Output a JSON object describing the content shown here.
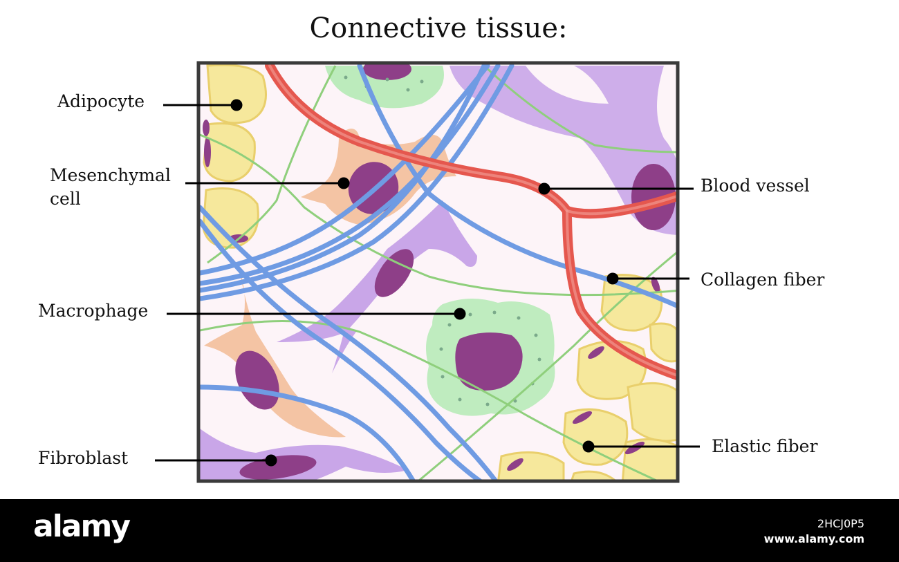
{
  "title": "Connective tissue:",
  "labels": {
    "adipocyte": "Adipocyte",
    "mesenchymal_line1": "Mesenchymal",
    "mesenchymal_line2": "cell",
    "macrophage": "Macrophage",
    "fibroblast": "Fibroblast",
    "blood_vessel": "Blood vessel",
    "collagen_fiber": "Collagen fiber",
    "elastic_fiber": "Elastic fiber"
  },
  "colors": {
    "background": "#fdf4f8",
    "frame": "#3a3a3a",
    "adipocyte": "#f6e89c",
    "nucleus": "#8e3f88",
    "mesenchymal": "#f4c4a4",
    "fibroblast": "#c9a6e8",
    "macrophage": "#bcebbc",
    "blood_vessel": "#e5574e",
    "collagen": "#6f9be3",
    "elastic": "#8fcf7c"
  },
  "footer": {
    "brand": "alamy",
    "image_id": "2HCJ0P5",
    "site": "www.alamy.com"
  }
}
